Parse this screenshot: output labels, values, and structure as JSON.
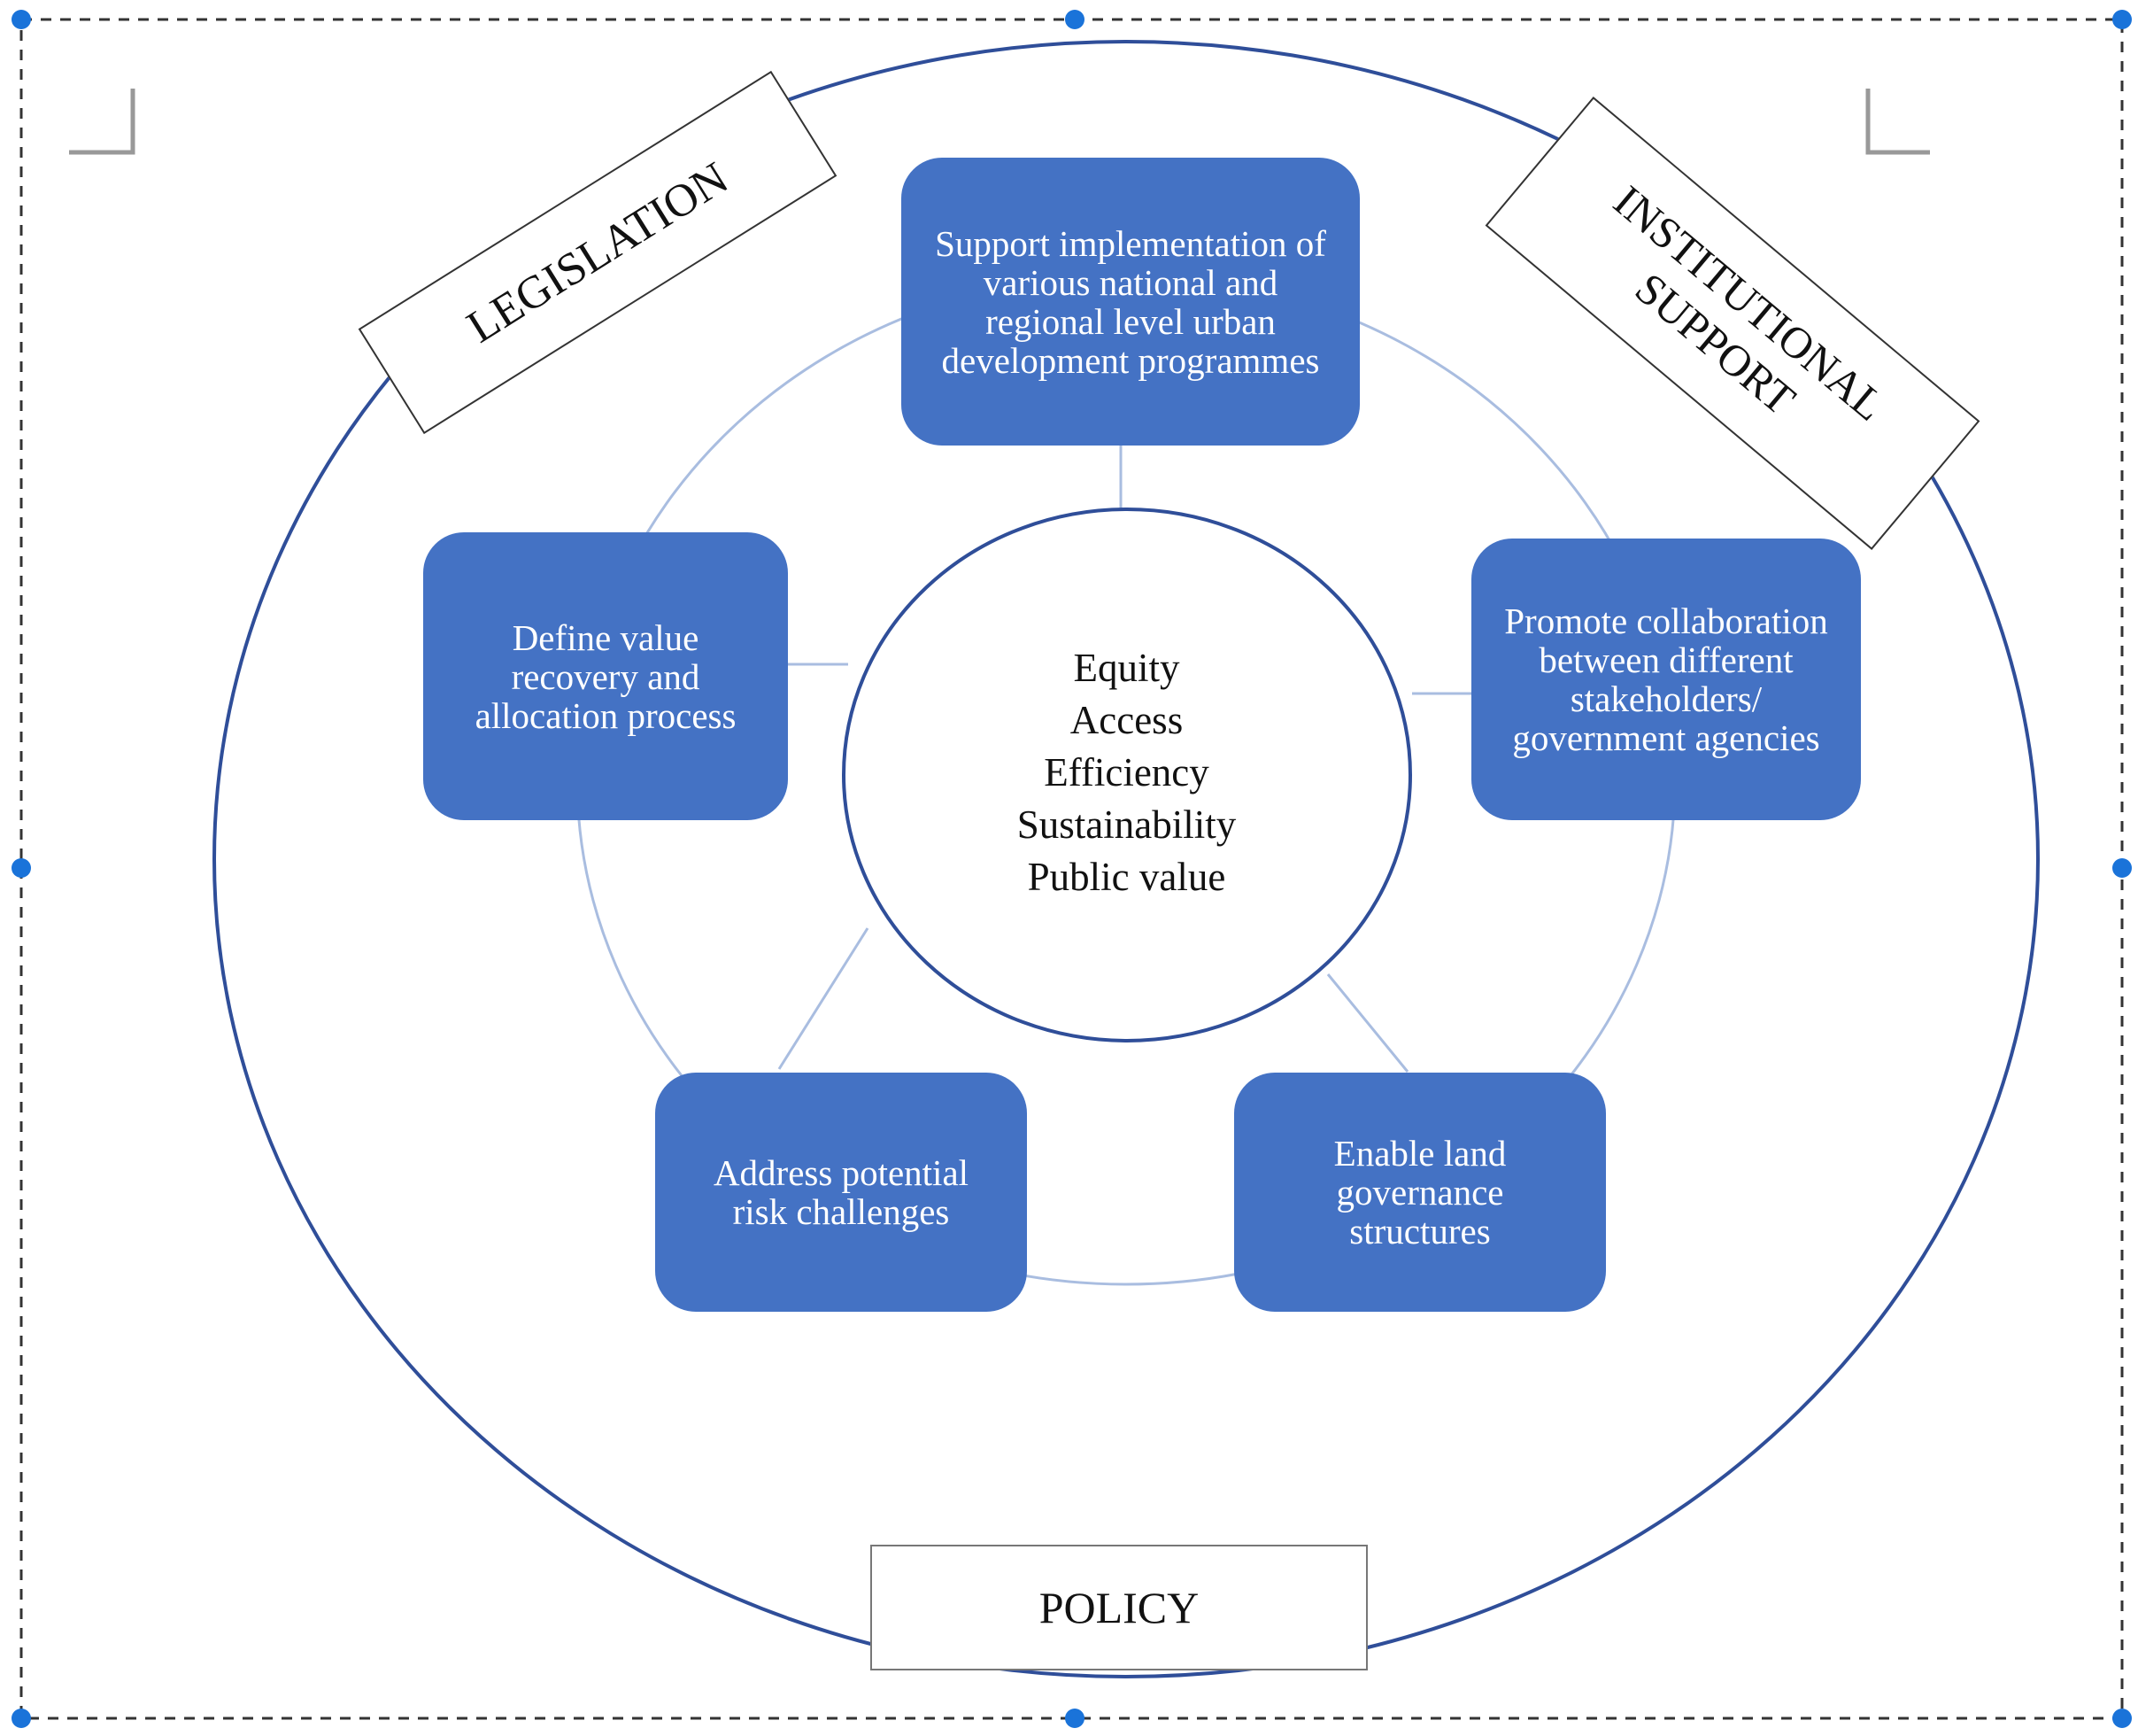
{
  "colors": {
    "box_fill": "#4472C4",
    "ring_stroke": "#2F4E99",
    "connector": "#A9BDE0",
    "selection_dash": "#333333",
    "handle": "#1A73D9"
  },
  "center": {
    "values": [
      "Equity",
      "Access",
      "Efficiency",
      "Sustainability",
      "Public value"
    ]
  },
  "boxes": {
    "top": "Support implementation of\nvarious national and\nregional level urban\ndevelopment programmes",
    "right": "Promote collaboration\nbetween different\nstakeholders/\ngovernment agencies",
    "bottom_right": "Enable land\ngovernance\nstructures",
    "bottom_left": "Address potential\nrisk challenges",
    "left": "Define value\nrecovery and\nallocation process"
  },
  "labels": {
    "legislation": "LEGISLATION",
    "institutional_support": "INSTITUTIONAL\nSUPPORT",
    "policy": "POLICY"
  },
  "icons": {
    "selection_handle": "circle-handle-icon",
    "crop_corner": "crop-corner-icon"
  }
}
